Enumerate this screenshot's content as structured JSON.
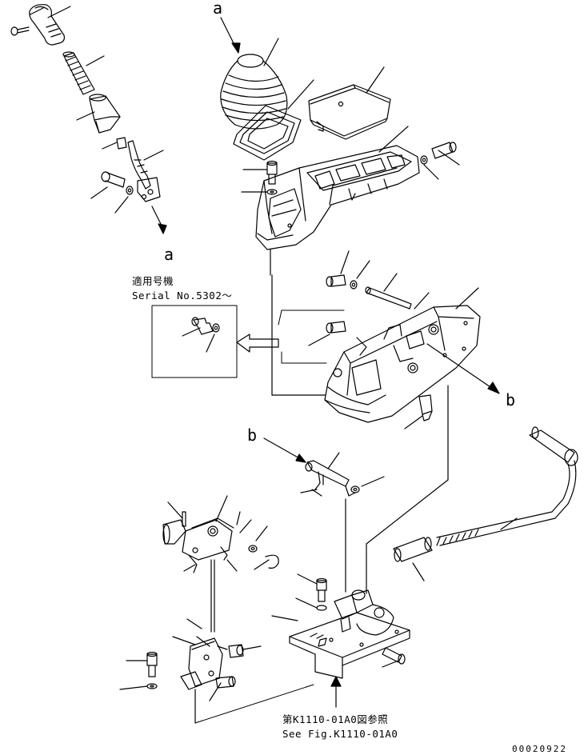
{
  "labels": {
    "a_top": "a",
    "a_lower": "a",
    "b_right": "b",
    "b_left": "b"
  },
  "serial_note": {
    "line1": "適用号機",
    "line2": "Serial No.5302～"
  },
  "see_fig": {
    "line1": "第K1110-01A0図参照",
    "line2": "See Fig.K1110-01A0"
  },
  "drawing_number": "00020922"
}
